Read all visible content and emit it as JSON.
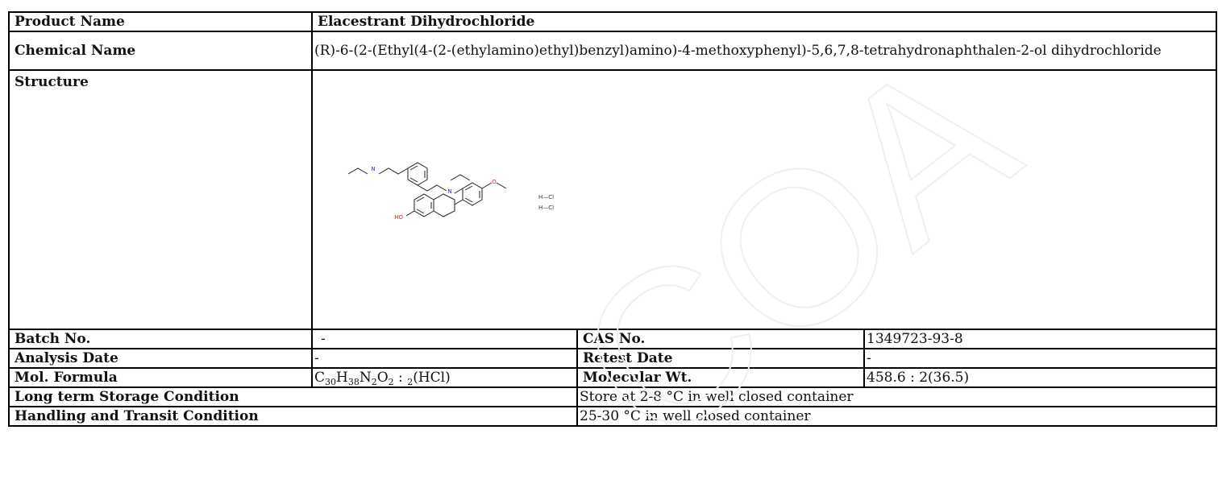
{
  "product": {
    "label": "Product Name",
    "value": "Elacestrant Dihydrochloride"
  },
  "chemical": {
    "label": "Chemical Name",
    "value": "(R)-6-(2-(Ethyl(4-(2-(ethylamino)ethyl)benzyl)amino)-4-methoxyphenyl)-5,6,7,8-tetrahydronaphthalen-2-ol dihydrochloride"
  },
  "structure": {
    "label": "Structure",
    "atoms": {
      "n1": "N",
      "n2": "N",
      "o1": "O",
      "ho": "HO",
      "hcl1": "H—Cl",
      "hcl2": "H—Cl"
    }
  },
  "batch": {
    "label": "Batch No.",
    "value": "-"
  },
  "cas": {
    "label": "CAS No.",
    "value": "1349723-93-8"
  },
  "analysis": {
    "label": "Analysis Date",
    "value": "-"
  },
  "retest": {
    "label": "Retest Date",
    "value": "-"
  },
  "formula": {
    "label": "Mol. Formula",
    "parts": [
      "C",
      "30",
      "H",
      "38",
      "N",
      "2",
      "O",
      "2",
      " : ",
      "2",
      "(HCl)"
    ]
  },
  "mw": {
    "label": "Molecular Wt.",
    "value": "458.6 : 2(36.5)"
  },
  "storage": {
    "label": "Long term Storage Condition",
    "value": "Store at 2-8 °C in well closed container"
  },
  "handling": {
    "label": "Handling and Transit Condition",
    "value": "25-30 °C in well closed container"
  },
  "watermark": {
    "text": "COA"
  },
  "colors": {
    "nitrogen": "#2233cc",
    "oxygen": "#dd2222",
    "watermark": "#f4f4f4"
  }
}
